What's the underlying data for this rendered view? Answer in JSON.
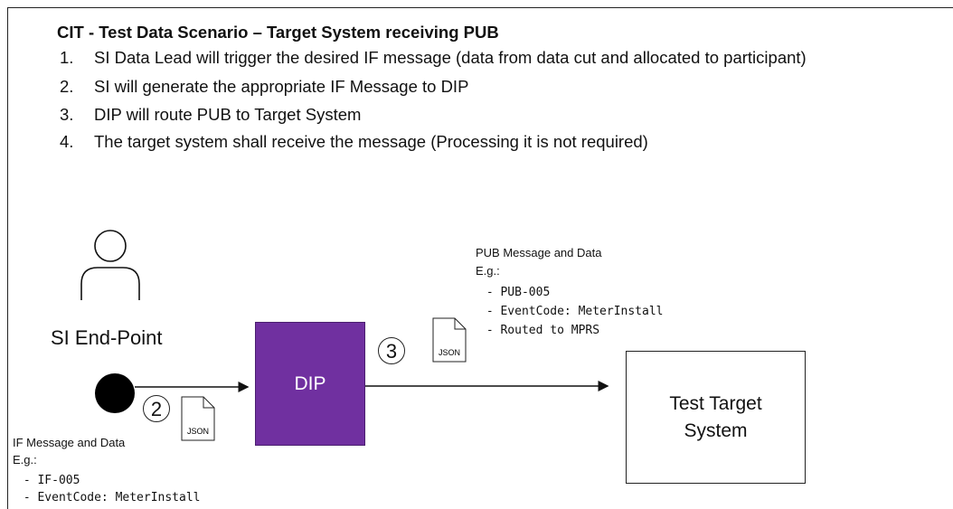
{
  "title": "CIT - Test Data Scenario – Target System receiving PUB",
  "steps": [
    {
      "num": "1.",
      "text": "SI Data Lead will trigger the desired IF message (data from data cut and allocated to participant)"
    },
    {
      "num": "2.",
      "text": "SI will generate the appropriate IF Message to DIP"
    },
    {
      "num": "3.",
      "text": "DIP will route PUB to Target System"
    },
    {
      "num": "4.",
      "text": "The target system shall receive the message (Processing it is not required)"
    }
  ],
  "diagram": {
    "endpoint_label": "SI End-Point",
    "dip_label": "DIP",
    "target_line1": "Test Target",
    "target_line2": "System",
    "step2_marker": "2",
    "step3_marker": "3",
    "json_label": "JSON",
    "accent_color": "#7030a0"
  },
  "if_note": {
    "heading": "IF Message and Data",
    "eg": "E.g.:",
    "items": [
      " - IF-005",
      " - EventCode: MeterInstall"
    ]
  },
  "pub_note": {
    "heading": "PUB Message and Data",
    "eg": "E.g.:",
    "items": [
      " - PUB-005",
      " - EventCode: MeterInstall",
      " - Routed to MPRS"
    ]
  },
  "icons": [
    "user-icon",
    "document-icon"
  ]
}
